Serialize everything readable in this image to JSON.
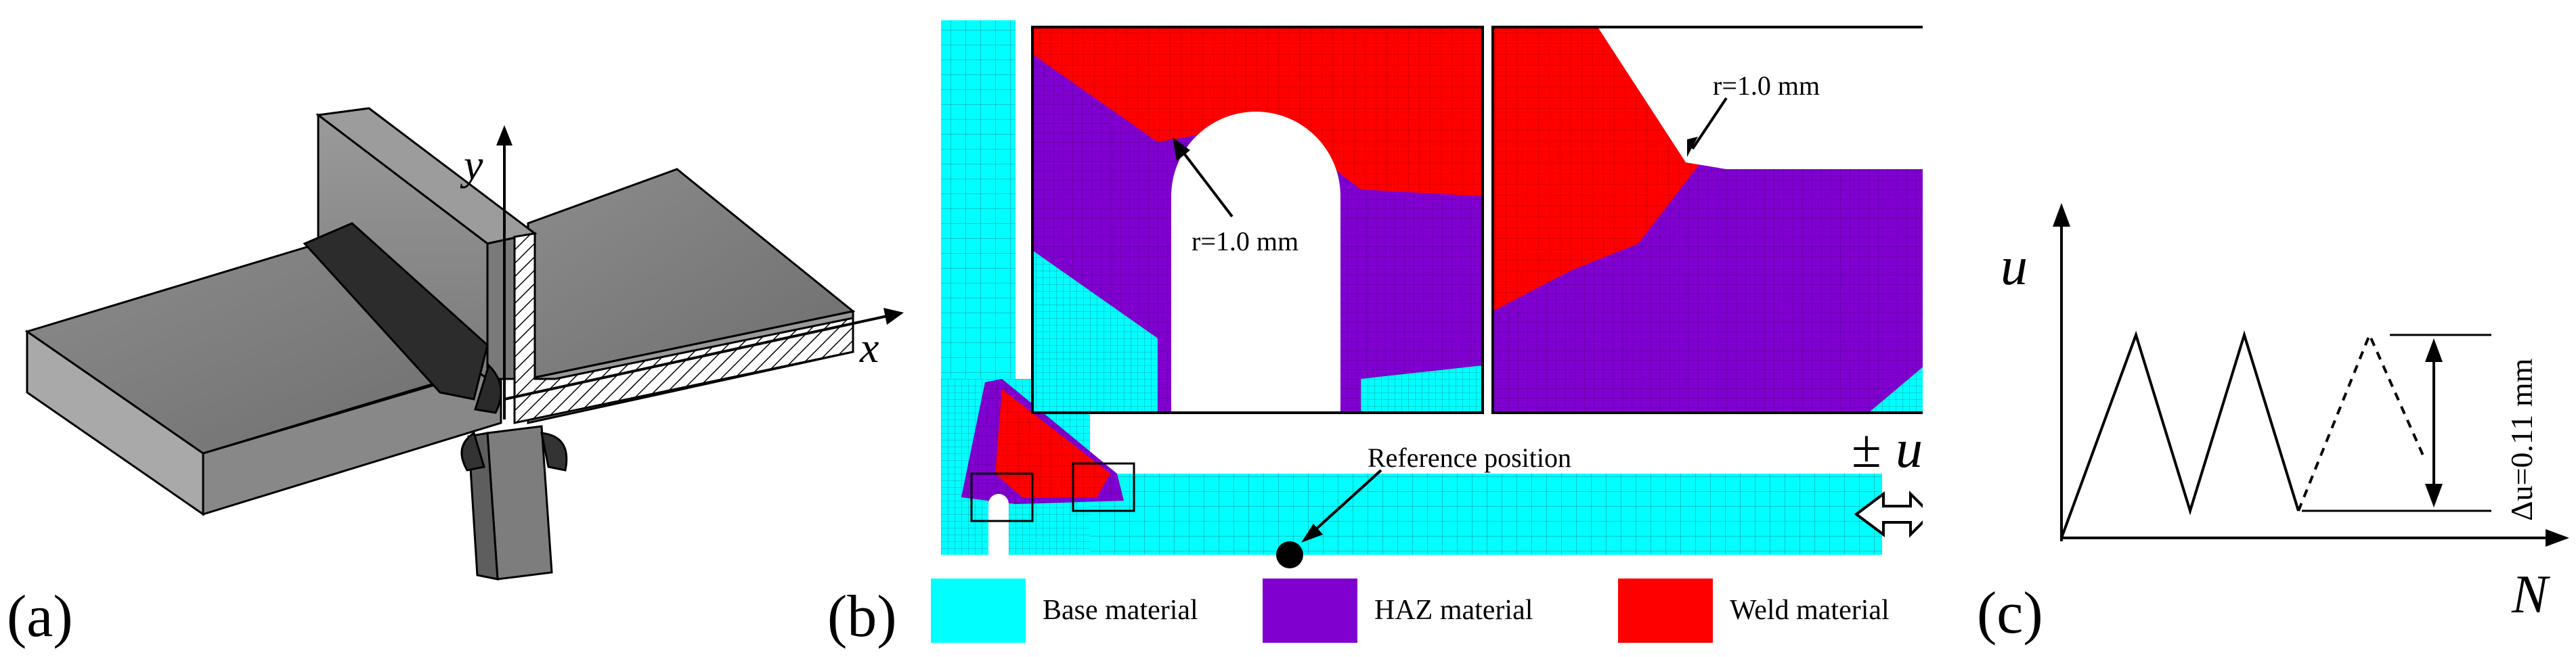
{
  "panels": {
    "a": {
      "label": "(a)",
      "axis_x": "x",
      "axis_y": "y"
    },
    "b": {
      "label": "(b)",
      "inset_left_radius_label": "r=1.0 mm",
      "inset_right_radius_label": "r=1.0 mm",
      "reference_label": "Reference position",
      "load_pm": "±",
      "load_u": "u",
      "legend": [
        {
          "label": "Base material",
          "color": "#00ffff"
        },
        {
          "label": "HAZ material",
          "color": "#8000d0"
        },
        {
          "label": "Weld material",
          "color": "#ff0000"
        }
      ]
    },
    "c": {
      "label": "(c)",
      "y_axis_label": "u",
      "x_axis_label": "N",
      "amplitude_label": "Δu=0.11 mm"
    }
  },
  "colors": {
    "base": "#00ffff",
    "haz": "#8000d0",
    "weld": "#ff0000",
    "steel": "#8a8a8a"
  }
}
